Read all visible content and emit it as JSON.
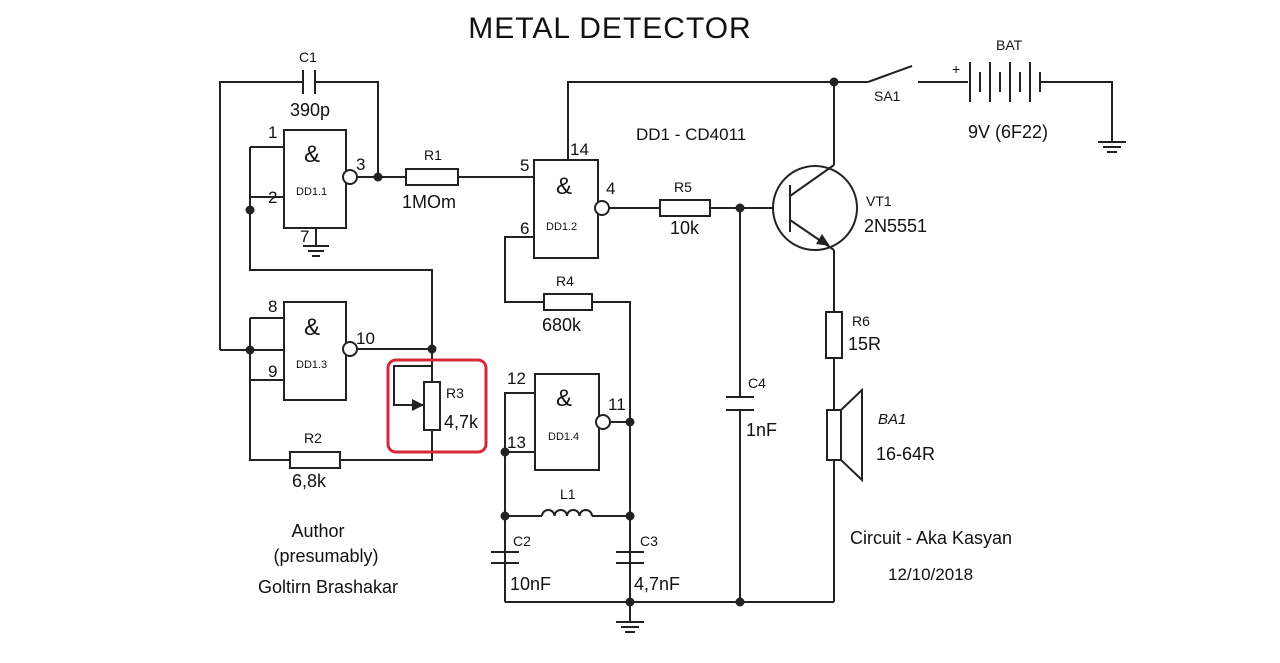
{
  "title": "METAL DETECTOR",
  "chip_note": "DD1 - CD4011",
  "gate_symbol": "&",
  "gates": [
    {
      "name": "DD1.1",
      "in_pins": [
        "1",
        "2"
      ],
      "out_pin": "3",
      "gnd_pin": "7"
    },
    {
      "name": "DD1.2",
      "in_pins": [
        "5",
        "6"
      ],
      "out_pin": "4",
      "vcc_pin": "14"
    },
    {
      "name": "DD1.3",
      "in_pins": [
        "8",
        "9"
      ],
      "out_pin": "10"
    },
    {
      "name": "DD1.4",
      "in_pins": [
        "12",
        "13"
      ],
      "out_pin": "11"
    }
  ],
  "components": {
    "c1": {
      "ref": "C1",
      "value": "390p"
    },
    "r1": {
      "ref": "R1",
      "value": "1MOm"
    },
    "r2": {
      "ref": "R2",
      "value": "6,8k"
    },
    "r3": {
      "ref": "R3",
      "value": "4,7k"
    },
    "r4": {
      "ref": "R4",
      "value": "680k"
    },
    "r5": {
      "ref": "R5",
      "value": "10k"
    },
    "r6": {
      "ref": "R6",
      "value": "15R"
    },
    "c2": {
      "ref": "C2",
      "value": "10nF"
    },
    "c3": {
      "ref": "C3",
      "value": "4,7nF"
    },
    "c4": {
      "ref": "C4",
      "value": "1nF"
    },
    "l1": {
      "ref": "L1"
    },
    "vt1": {
      "ref": "VT1",
      "value": "2N5551"
    },
    "ba1": {
      "ref": "BA1",
      "value": "16-64R"
    },
    "sa1": {
      "ref": "SA1"
    },
    "bat": {
      "ref": "BAT",
      "value": "9V (6F22)",
      "plus": "+"
    }
  },
  "author": {
    "line1": "Author",
    "line2": "(presumably)",
    "line3": "Goltirn Brashakar"
  },
  "credit": {
    "circuit": "Circuit - Aka Kasyan",
    "date": "12/10/2018"
  },
  "colors": {
    "wire": "#222222",
    "highlight": "#d32a3a",
    "background": "#ffffff"
  }
}
